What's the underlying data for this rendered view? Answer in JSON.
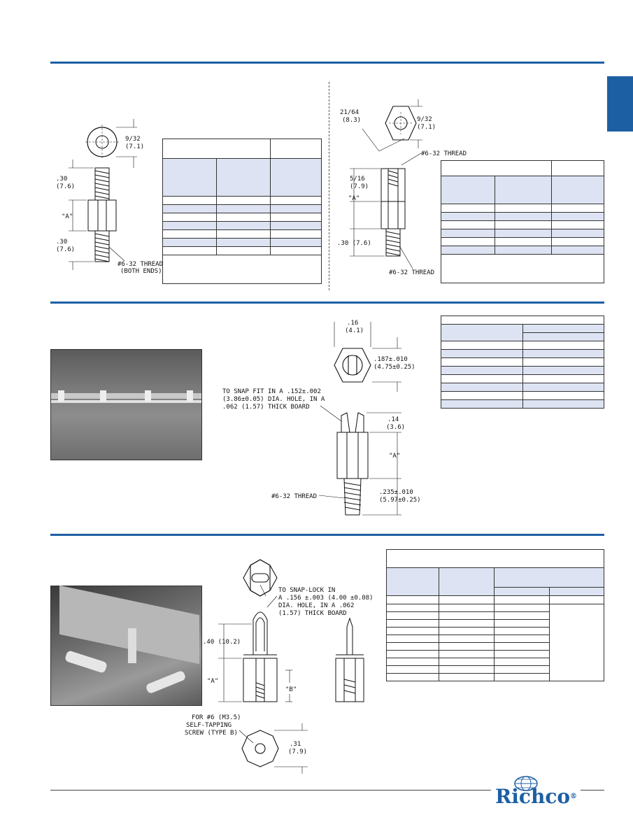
{
  "colors": {
    "accent": "#1d5fa3",
    "table_shade": "#dde3f2"
  },
  "brand": {
    "name": "Richco",
    "mark": "®"
  },
  "section1_left": {
    "labels": {
      "top_dim": "9/32",
      "top_dim_mm": "(7.1)",
      "upper_len": ".30",
      "upper_len_mm": "(7.6)",
      "body": "\"A\"",
      "lower_len": ".30",
      "lower_len_mm": "(7.6)",
      "thread": "#6-32 THREAD",
      "thread_note": "(BOTH ENDS)"
    }
  },
  "section1_right": {
    "labels": {
      "hex_dim": "21/64",
      "hex_dim_mm": "(8.3)",
      "side_dim": "9/32",
      "side_dim_mm": "(7.1)",
      "thread_top": "#6-32 THREAD",
      "depth": "5/16",
      "depth_mm": "(7.9)",
      "body": "\"A\"",
      "stud": ".30 (7.6)",
      "thread_bottom": "#6-32 THREAD"
    }
  },
  "section2": {
    "labels": {
      "width": ".16",
      "width_mm": "(4.1)",
      "hex": ".187±.010",
      "hex_mm": "(4.75±0.25)",
      "snap_note_1": "TO SNAP FIT IN A .152±.002",
      "snap_note_2": "(3.86±0.05) DIA. HOLE, IN A",
      "snap_note_3": ".062 (1.57) THICK BOARD",
      "head": ".14",
      "head_mm": "(3.6)",
      "body": "\"A\"",
      "thread": "#6-32 THREAD",
      "stud": ".235±.010",
      "stud_mm": "(5.97±0.25)"
    }
  },
  "section3": {
    "labels": {
      "snap_note_1": "TO SNAP-LOCK IN",
      "snap_note_2": "A .156 ±.003 (4.00 ±0.08)",
      "snap_note_3": "DIA. HOLE, IN A .062",
      "snap_note_4": "(1.57) THICK BOARD",
      "height": ".40 (10.2)",
      "body": "\"A\"",
      "inner": "\"B\"",
      "screw_note_1": "FOR #6 (M3.5)",
      "screw_note_2": "SELF-TAPPING",
      "screw_note_3": "SCREW (TYPE B)",
      "hex": ".31",
      "hex_mm": "(7.9)"
    }
  }
}
